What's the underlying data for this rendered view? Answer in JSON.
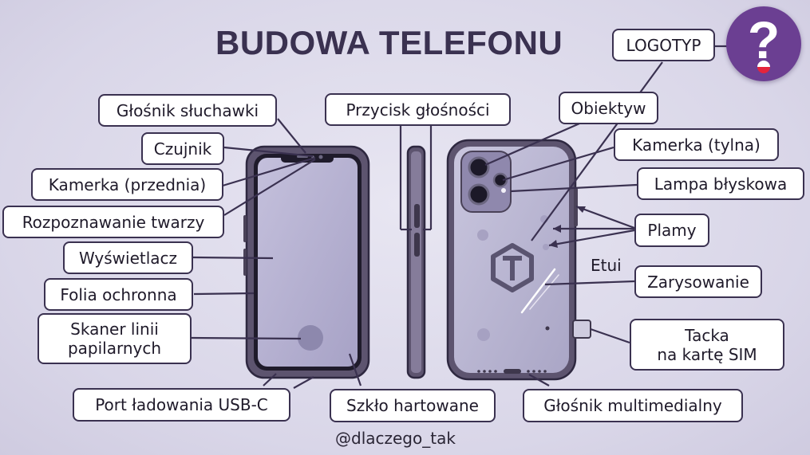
{
  "title": "BUDOWA TELEFONU",
  "handle": "@dlaczego_tak",
  "labels": {
    "logotyp": "LOGOTYP",
    "glosnik_sluchawki": "Głośnik słuchawki",
    "czujnik": "Czujnik",
    "kamerka_przednia": "Kamerka (przednia)",
    "rozpoznawanie_twarzy": "Rozpoznawanie twarzy",
    "wyswietlacz": "Wyświetlacz",
    "folia_ochronna": "Folia ochronna",
    "skaner_line1": "Skaner linii",
    "skaner_line2": "papilarnych",
    "port_ladowania": "Port ładowania USB-C",
    "przycisk_glosnosci": "Przycisk głośności",
    "szklo_hartowane": "Szkło hartowane",
    "obiektyw": "Obiektyw",
    "kamerka_tylna": "Kamerka (tylna)",
    "lampa_blyskowa": "Lampa błyskowa",
    "plamy": "Plamy",
    "etui": "Etui",
    "zarysowanie": "Zarysowanie",
    "tacka_line1": "Tacka",
    "tacka_line2": "na kartę SIM",
    "glosnik_multimedialny": "Głośnik multimedialny"
  },
  "colors": {
    "background": "#dcd9ea",
    "outline": "#3a3150",
    "phone_body": "#6a6080",
    "screen": "#b5b1d0",
    "logo_circle": "#6b3f92"
  },
  "icons": [
    "question-mark-logo",
    "brand-logo-icon"
  ]
}
